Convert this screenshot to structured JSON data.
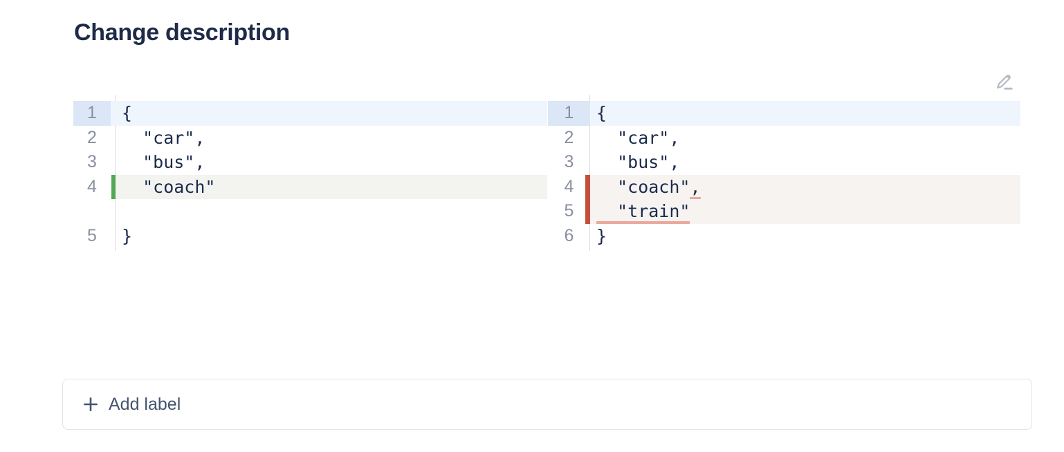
{
  "page": {
    "title": "Change description"
  },
  "toolbar": {
    "edit_icon": "pencil-edit",
    "icon_color": "#b6bbc7"
  },
  "diff": {
    "colors": {
      "focus_num_bg": "#dbe7f7",
      "focus_content_bg": "#eff5fc",
      "code_text": "#1c2b4c",
      "line_number": "#8a90a0",
      "separator": "#d9dce1",
      "underline": "#eba99d"
    },
    "left": {
      "change_bar_color": "#53a953",
      "change_bg": "#f3f4f0",
      "rows": [
        {
          "num": "1",
          "hl": "focus",
          "segments": [
            {
              "t": "{"
            }
          ]
        },
        {
          "num": "2",
          "segments": [
            {
              "t": "  \"car\","
            }
          ]
        },
        {
          "num": "3",
          "segments": [
            {
              "t": "  \"bus\","
            }
          ]
        },
        {
          "num": "4",
          "hl": "change",
          "segments": [
            {
              "t": "  \"coach\""
            }
          ]
        },
        {
          "num": "",
          "hl": "spacer",
          "segments": []
        },
        {
          "num": "5",
          "segments": [
            {
              "t": "}"
            }
          ]
        }
      ]
    },
    "right": {
      "change_bar_color": "#c74e39",
      "change_bg": "#f6f3f1",
      "underline_color": "#eba99d",
      "rows": [
        {
          "num": "1",
          "hl": "focus",
          "segments": [
            {
              "t": "{"
            }
          ]
        },
        {
          "num": "2",
          "segments": [
            {
              "t": "  \"car\","
            }
          ]
        },
        {
          "num": "3",
          "segments": [
            {
              "t": "  \"bus\","
            }
          ]
        },
        {
          "num": "4",
          "hl": "change",
          "segments": [
            {
              "t": "  \"coach\""
            },
            {
              "t": ",",
              "u": true
            }
          ]
        },
        {
          "num": "5",
          "hl": "change",
          "segments": [
            {
              "t": "  \"train\"",
              "u": true
            }
          ]
        },
        {
          "num": "6",
          "segments": [
            {
              "t": "}"
            }
          ]
        }
      ]
    }
  },
  "footer": {
    "add_label_button": "Add label"
  }
}
